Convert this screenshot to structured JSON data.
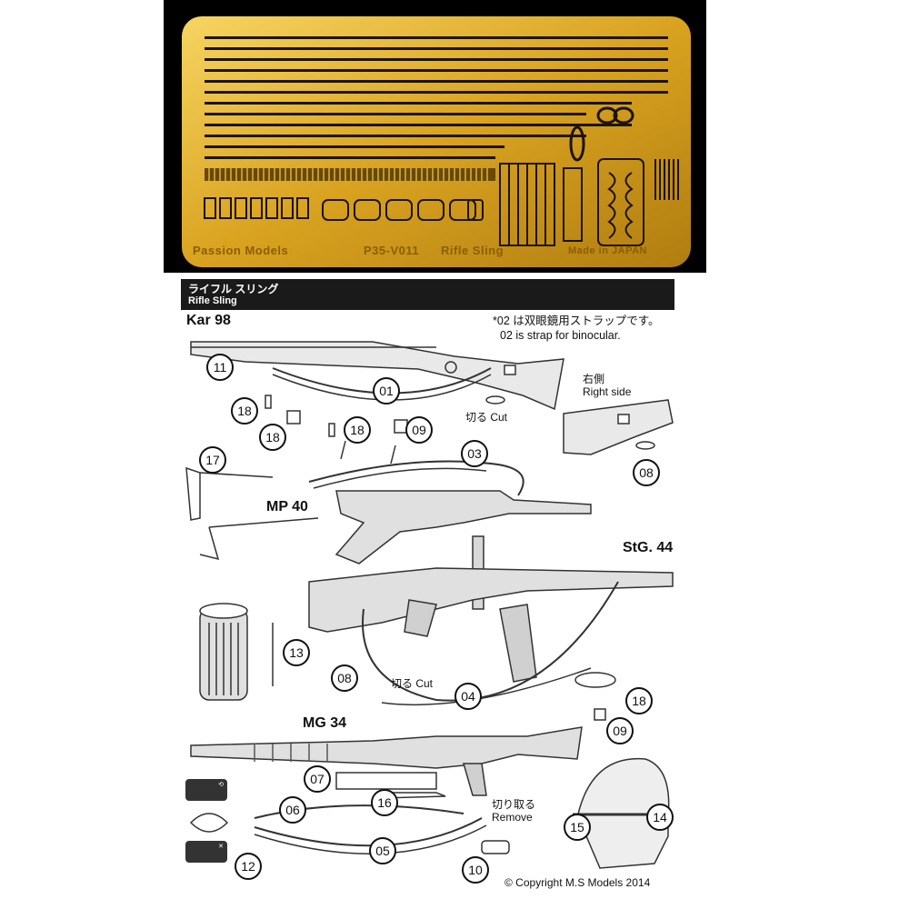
{
  "fret": {
    "brand": "Passion Models",
    "product_code": "P35-V011",
    "product_name": "Rifle Sling",
    "origin": "Made in JAPAN"
  },
  "header": {
    "title_jp": "ライフル スリング",
    "title_en": "Rifle Sling"
  },
  "note": {
    "line_jp": "*02 は双眼鏡用ストラップです。",
    "line_en": "02 is strap for binocular."
  },
  "weapons": {
    "kar98": "Kar 98",
    "mp40": "MP 40",
    "stg44": "StG. 44",
    "mg34": "MG 34"
  },
  "labels": {
    "right_side_jp": "右側",
    "right_side_en": "Right side",
    "cut_1": "切る Cut",
    "cut_2": "切る Cut",
    "remove_jp": "切り取る",
    "remove_en": "Remove"
  },
  "parts": [
    "11",
    "01",
    "18",
    "18",
    "18",
    "09",
    "08",
    "17",
    "03",
    "13",
    "08",
    "04",
    "18",
    "09",
    "07",
    "16",
    "06",
    "05",
    "12",
    "10",
    "15",
    "14"
  ],
  "copyright": "© Copyright M.S Models 2014",
  "colors": {
    "brass": "#d9a320",
    "brass_light": "#f3cf53",
    "banner": "#1a1a1a"
  }
}
